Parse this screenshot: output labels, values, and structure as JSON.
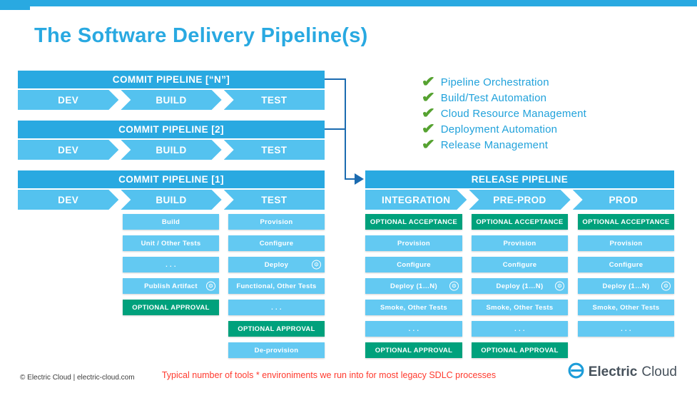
{
  "title": "The Software Delivery Pipeline(s)",
  "commit_pipelines": [
    {
      "title": "COMMIT PIPELINE [“N”]",
      "stages": [
        "DEV",
        "BUILD",
        "TEST"
      ]
    },
    {
      "title": "COMMIT PIPELINE [2]",
      "stages": [
        "DEV",
        "BUILD",
        "TEST"
      ]
    },
    {
      "title": "COMMIT PIPELINE [1]",
      "stages": [
        "DEV",
        "BUILD",
        "TEST"
      ]
    }
  ],
  "commit_detail": {
    "build_tasks": [
      "Build",
      "Unit / Other Tests",
      ". . .",
      "Publish Artifact",
      "OPTIONAL APPROVAL"
    ],
    "test_tasks": [
      "Provision",
      "Configure",
      "Deploy",
      "Functional, Other Tests",
      ". . .",
      "OPTIONAL APPROVAL",
      "De-provision"
    ]
  },
  "checklist": [
    "Pipeline Orchestration",
    "Build/Test Automation",
    "Cloud Resource Management",
    "Deployment Automation",
    "Release Management"
  ],
  "release_pipeline": {
    "title": "RELEASE PIPELINE",
    "stages": [
      "INTEGRATION",
      "PRE-PROD",
      "PROD"
    ],
    "integration_tasks": [
      "OPTIONAL ACCEPTANCE",
      "Provision",
      "Configure",
      "Deploy (1…N)",
      "Smoke, Other Tests",
      ". . .",
      "OPTIONAL APPROVAL"
    ],
    "preprod_tasks": [
      "OPTIONAL ACCEPTANCE",
      "Provision",
      "Configure",
      "Deploy (1…N)",
      "Smoke, Other Tests",
      ". . .",
      "OPTIONAL APPROVAL"
    ],
    "prod_tasks": [
      "OPTIONAL ACCEPTANCE",
      "Provision",
      "Configure",
      "Deploy (1…N)",
      "Smoke, Other Tests",
      ". . ."
    ]
  },
  "icons": {
    "gear": "⚙",
    "checkmark": "✔"
  },
  "footer": {
    "copyright": "© Electric Cloud  |  electric-cloud.com",
    "note": "Typical number of tools * environiments we run into for most legacy SDLC processes",
    "logo_bold": "Electric",
    "logo_light": "Cloud"
  },
  "colors": {
    "accent_blue": "#29A9E1",
    "chevron_blue": "#54C2EF",
    "task_blue": "#63C9F2",
    "approval_green": "#00A17C",
    "check_green": "#56A231",
    "note_red": "#FF3A2E",
    "connector_blue": "#1B6BB0",
    "logo_slate": "#47525C"
  }
}
